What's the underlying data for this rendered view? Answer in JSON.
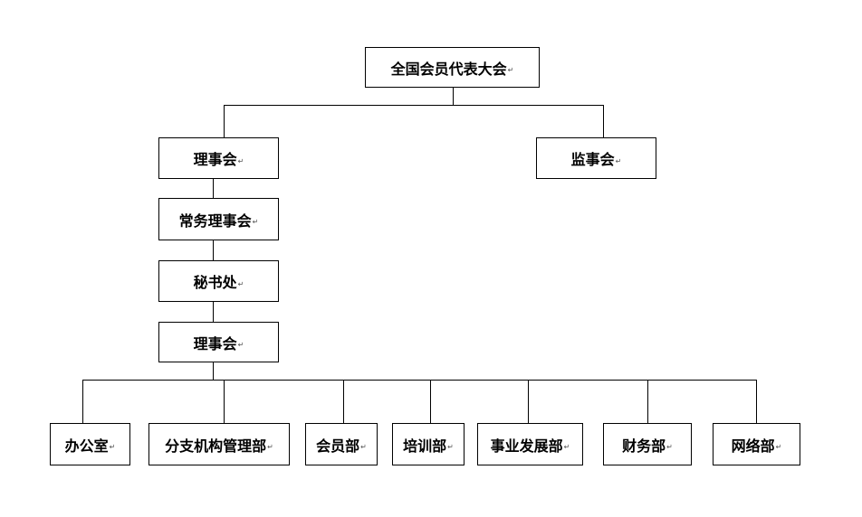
{
  "org_chart": {
    "line_color": "#000000",
    "paragraph_mark": "↵",
    "nodes": {
      "congress": "全国会员代表大会",
      "council": "理事会",
      "supervisory_board": "监事会",
      "standing_council": "常务理事会",
      "secretariat": "秘书处",
      "council_lower": "理事会",
      "dept_office": "办公室",
      "dept_branch_management": "分支机构管理部",
      "dept_membership": "会员部",
      "dept_training": "培训部",
      "dept_business_development": "事业发展部",
      "dept_finance": "财务部",
      "dept_network": "网络部"
    }
  }
}
